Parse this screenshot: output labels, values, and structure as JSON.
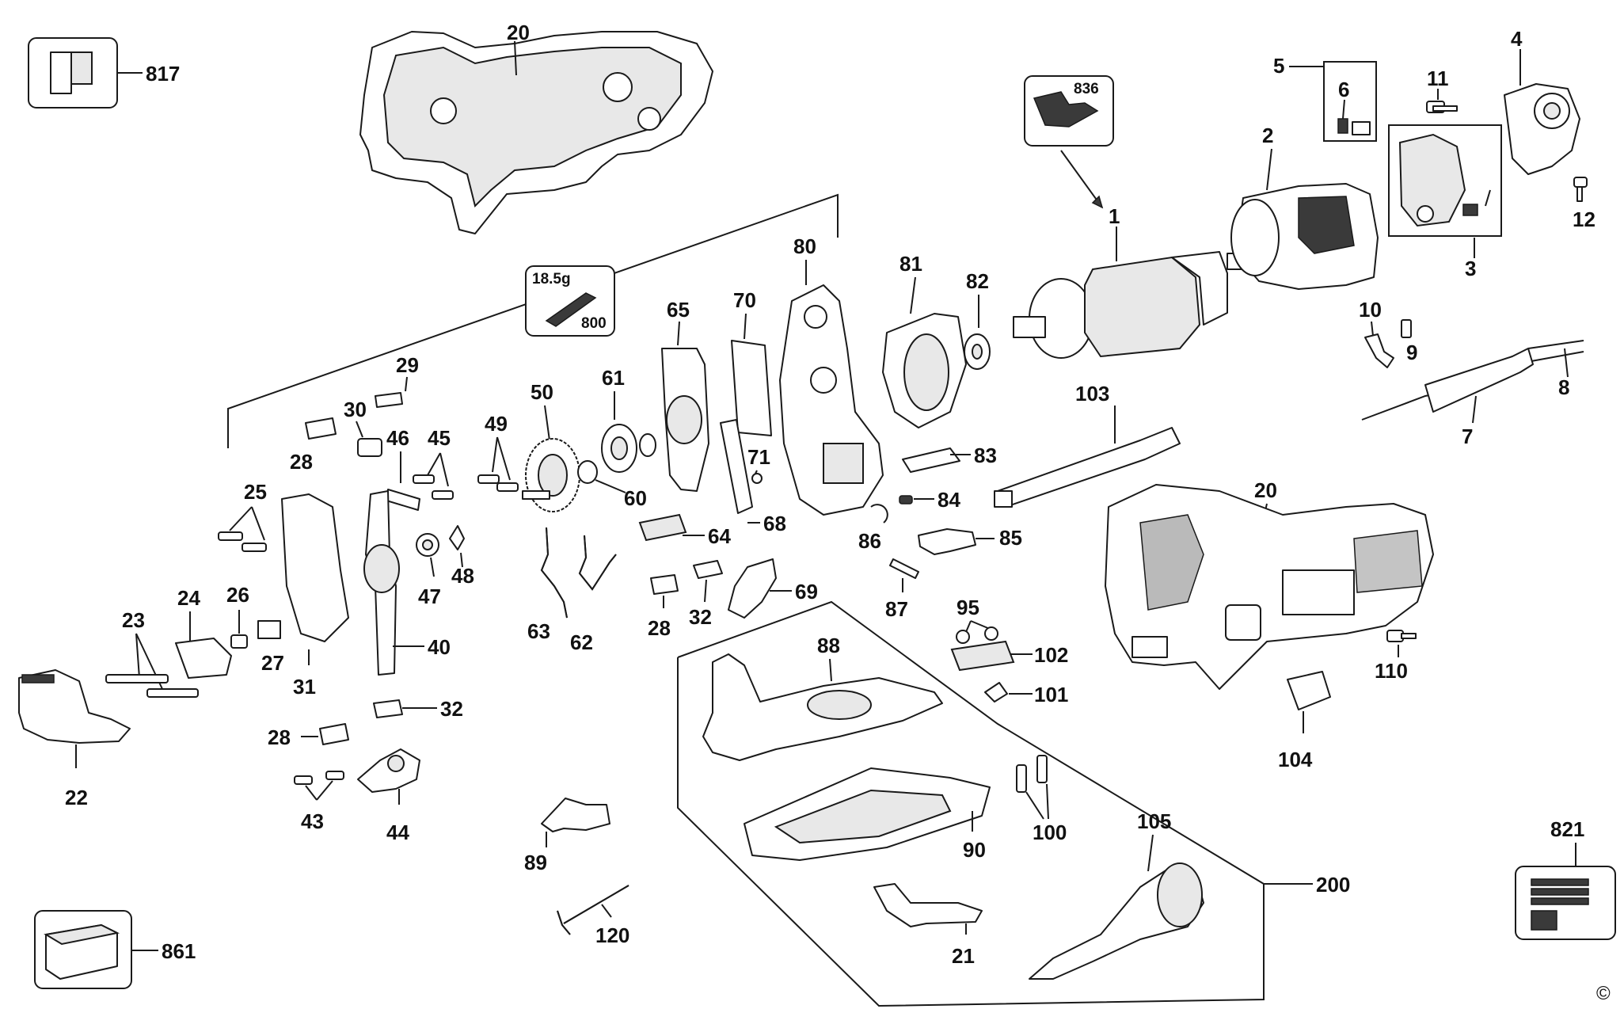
{
  "diagram": {
    "labels": {
      "l20a": "20",
      "l817": "817",
      "l836": "836",
      "l1": "1",
      "l2": "2",
      "l5": "5",
      "l6": "6",
      "l11": "11",
      "l4": "4",
      "l3": "3",
      "l12": "12",
      "l80": "80",
      "l81": "81",
      "l82": "82",
      "l65": "65",
      "l70": "70",
      "l800": "800",
      "l18g": "18.5g",
      "l10": "10",
      "l9": "9",
      "l8": "8",
      "l7": "7",
      "l103": "103",
      "l29": "29",
      "l30": "30",
      "l28a": "28",
      "l46": "46",
      "l45": "45",
      "l49": "49",
      "l50": "50",
      "l61": "61",
      "l60": "60",
      "l71": "71",
      "l83": "83",
      "l84": "84",
      "l68": "68",
      "l86": "86",
      "l85": "85",
      "l64": "64",
      "l25": "25",
      "l26": "26",
      "l24": "24",
      "l23": "23",
      "l27": "27",
      "l31": "31",
      "l40": "40",
      "l47": "47",
      "l48": "48",
      "l63": "63",
      "l62": "62",
      "l28b": "28",
      "l32a": "32",
      "l69": "69",
      "l87": "87",
      "l95": "95",
      "l102": "102",
      "l101": "101",
      "l20b": "20",
      "l110": "110",
      "l104": "104",
      "l88": "88",
      "l32b": "32",
      "l28c": "28",
      "l22": "22",
      "l43": "43",
      "l44": "44",
      "l89": "89",
      "l100": "100",
      "l90": "90",
      "l105": "105",
      "l200": "200",
      "l821": "821",
      "l861": "861",
      "l120": "120",
      "l21": "21"
    },
    "copyright": "©"
  }
}
